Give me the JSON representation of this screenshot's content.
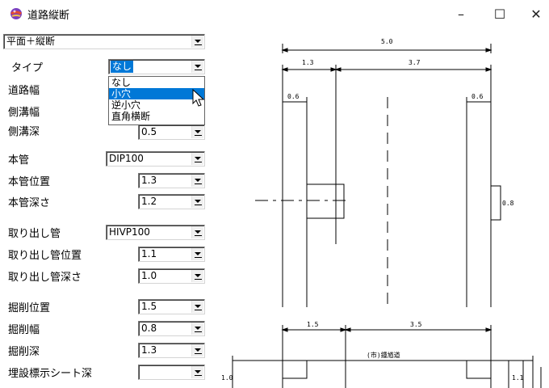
{
  "window": {
    "title": "道路縦断",
    "minimize_glyph": "–",
    "maximize_glyph": "☐",
    "close_glyph": "✕",
    "icon": "app-globe-icon"
  },
  "left_panel": {
    "view_mode": "平面＋縦断",
    "type_label": "タイプ",
    "type_value": "なし",
    "road_width_label": "道路幅",
    "side_ditch_width_label": "側溝幅",
    "side_ditch_depth_label": "側溝深",
    "side_ditch_depth_value": "0.5",
    "main_pipe_label": "本管",
    "main_pipe_value": "DIP100",
    "main_pipe_pos_label": "本管位置",
    "main_pipe_pos_value": "1.3",
    "main_pipe_depth_label": "本管深さ",
    "main_pipe_depth_value": "1.2",
    "service_pipe_label": "取り出し管",
    "service_pipe_value": "HIVP100",
    "service_pipe_pos_label": "取り出し管位置",
    "service_pipe_pos_value": "1.1",
    "service_pipe_depth_label": "取り出し管深さ",
    "service_pipe_depth_value": "1.0",
    "excavation_pos_label": "掘削位置",
    "excavation_pos_value": "1.5",
    "excavation_width_label": "掘削幅",
    "excavation_width_value": "0.8",
    "excavation_depth_label": "掘削深",
    "excavation_depth_value": "1.3",
    "marker_sheet_depth_label": "埋設標示シート深",
    "marker_sheet_depth_value": ""
  },
  "type_dropdown": {
    "options": [
      "なし",
      "小穴",
      "逆小穴",
      "直角横断"
    ],
    "highlighted_index": 1
  },
  "drawing": {
    "plan": {
      "total_width": "5.0",
      "left_span": "1.3",
      "right_span": "3.7",
      "left_ditch": "0.6",
      "right_ditch": "0.6",
      "notch_dim": "0.8"
    },
    "section": {
      "left_span": "1.5",
      "right_span": "3.5",
      "road_name": "(市)鍾馗道",
      "left_depth": "1.0",
      "right_depth": "1.1"
    }
  },
  "colors": {
    "selection": "#0078d7",
    "line": "#000000"
  }
}
